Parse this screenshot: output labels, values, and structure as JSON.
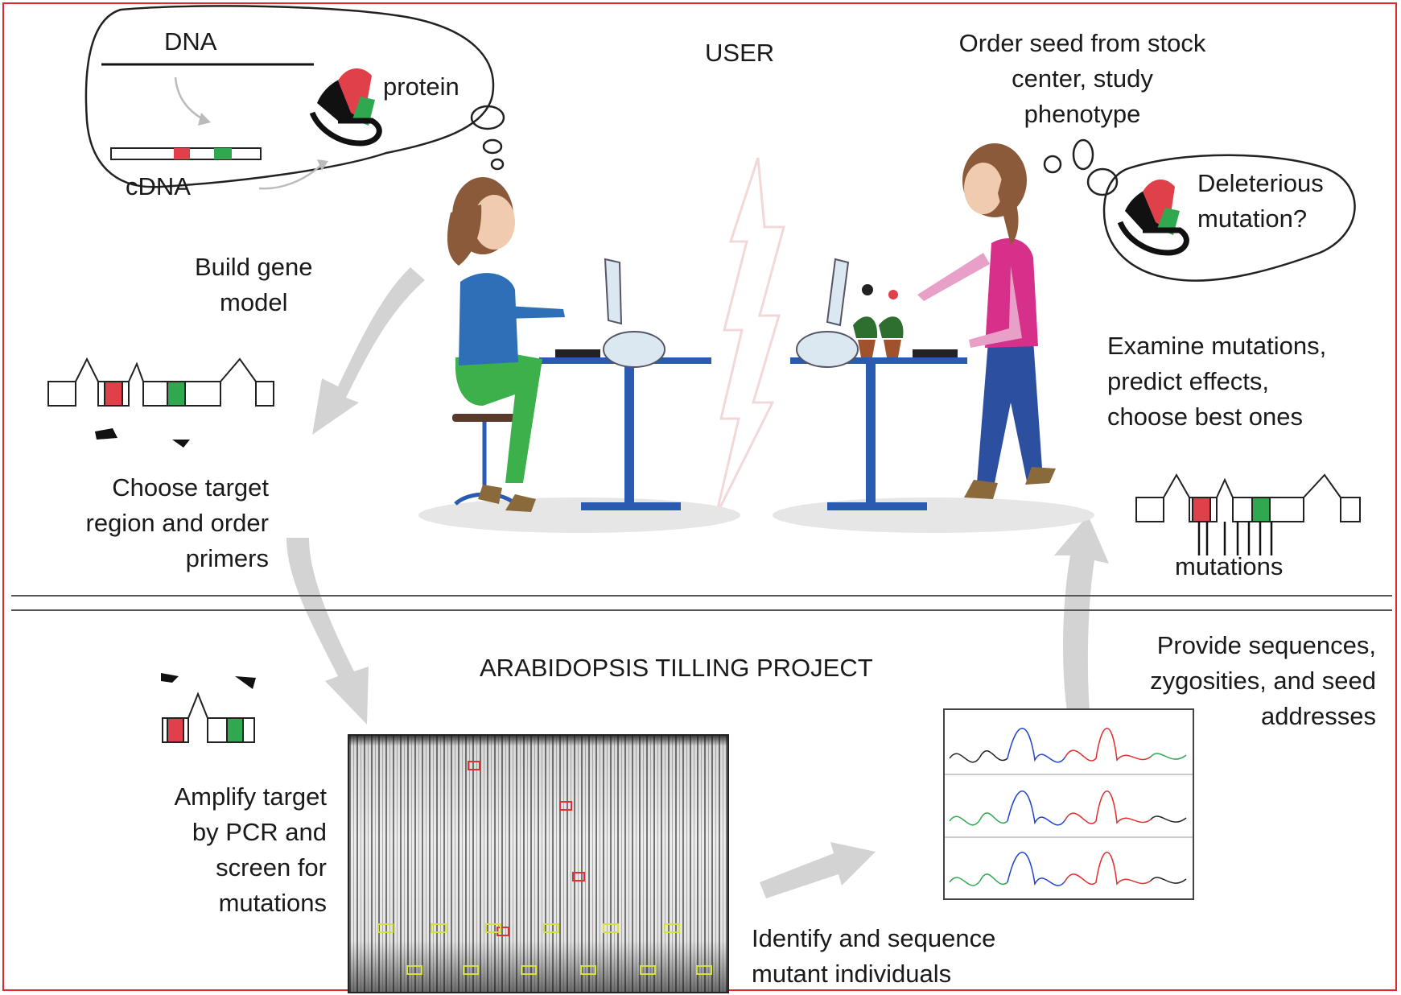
{
  "labels": {
    "dna": "DNA",
    "cdna": "cDNA",
    "protein": "protein",
    "user": "USER",
    "order_seed": [
      "Order seed from stock",
      "center, study",
      "phenotype"
    ],
    "deleterious": [
      "Deleterious",
      "mutation?"
    ],
    "build_gene": [
      "Build gene",
      "model"
    ],
    "examine": [
      "Examine mutations,",
      "predict effects,",
      "choose best ones"
    ],
    "choose_target": [
      "Choose target",
      "region and order",
      "primers"
    ],
    "mutations": "mutations",
    "arabidopsis": "ARABIDOPSIS TILLING PROJECT",
    "provide": [
      "Provide sequences,",
      "zygosities, and seed",
      "addresses"
    ],
    "amplify": [
      "Amplify  target",
      "by PCR and",
      "screen for",
      "mutations"
    ],
    "identify": [
      "Identify and sequence",
      "mutant individuals"
    ]
  },
  "colors": {
    "frame": "#e0272b",
    "exon_red": "#e0404a",
    "exon_green": "#2fa84f",
    "arrow_gray": "#cfcfcf",
    "shirt_blue": "#2f6fb8",
    "pants_green": "#3cb04a",
    "shirt_pink": "#d6308a",
    "pants_blue": "#2c4fa0",
    "desk_blue": "#2a5bb0"
  },
  "icons": [
    "thought-bubble-icon",
    "protein-icon",
    "woman-seated-icon",
    "woman-standing-icon",
    "computer-icon",
    "plant-icon",
    "lightning-icon",
    "gel-image",
    "chromatogram-image"
  ]
}
